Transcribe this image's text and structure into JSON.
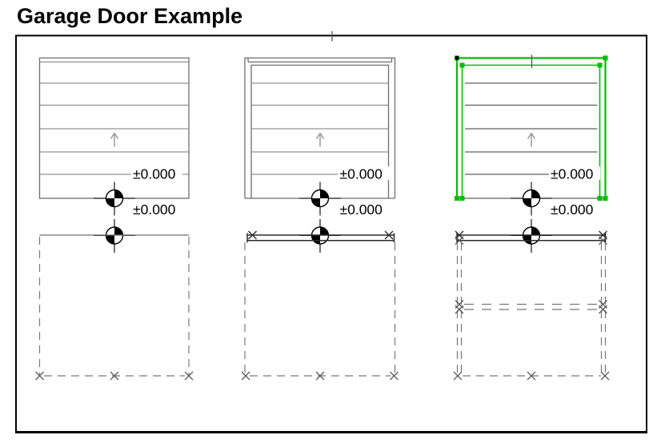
{
  "title": "Garage Door Example",
  "drawings": [
    {
      "id": "door-plain",
      "selected": false,
      "upper_level": "±0.000",
      "lower_level": "±0.000"
    },
    {
      "id": "door-framed",
      "selected": false,
      "upper_level": "±0.000",
      "lower_level": "±0.000"
    },
    {
      "id": "door-selected",
      "selected": true,
      "upper_level": "±0.000",
      "lower_level": "±0.000"
    }
  ],
  "colors": {
    "selection_green": "#00BE00",
    "line_gray": "#6E6E6E",
    "dash_gray": "#777777",
    "annotation_black": "#000000"
  }
}
